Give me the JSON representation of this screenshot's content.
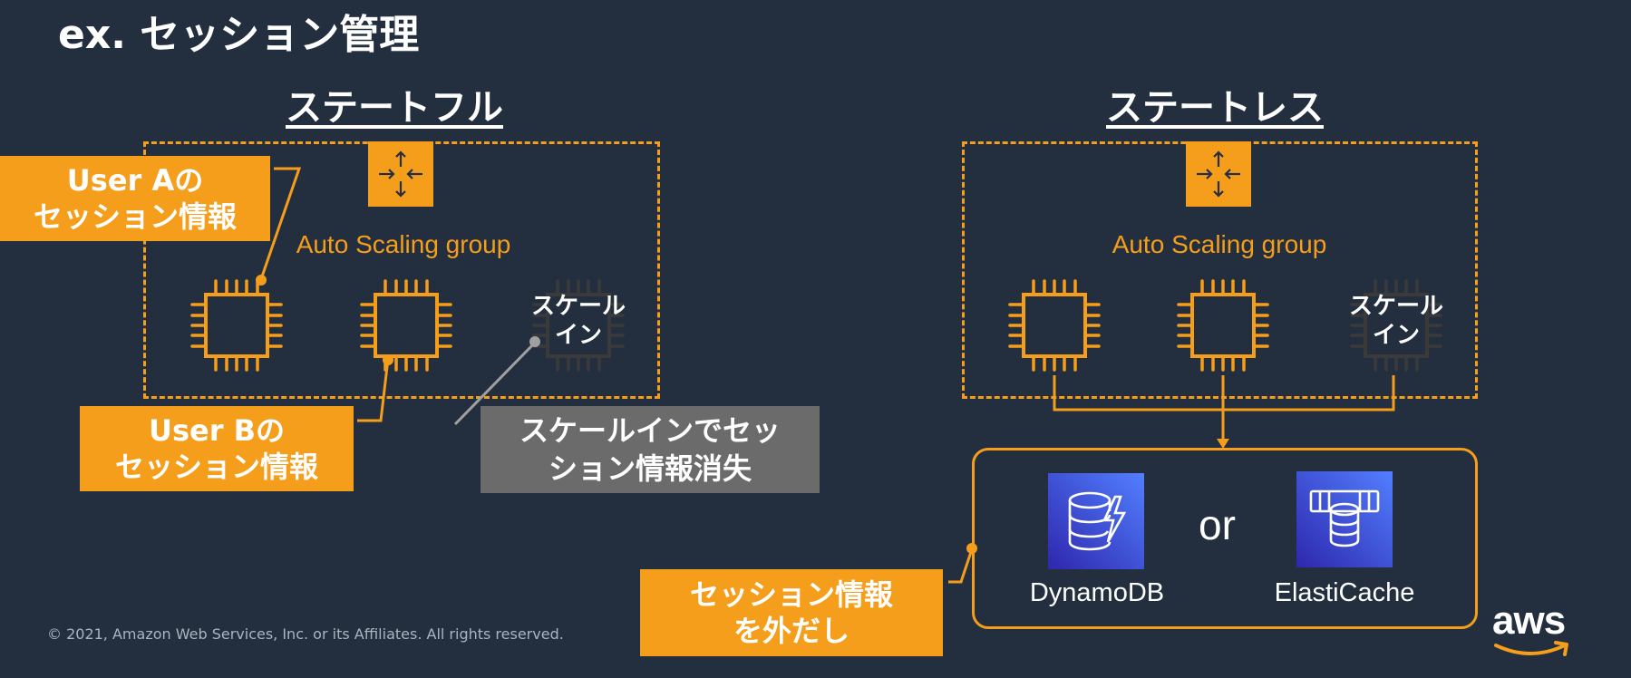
{
  "title": "ex. セッション管理",
  "stateful": {
    "heading": "ステートフル",
    "asg_label": "Auto Scaling group",
    "scale_in_label": [
      "スケール",
      "イン"
    ],
    "callout_user_a": [
      "User Aの",
      "セッション情報"
    ],
    "callout_user_b": [
      "User Bの",
      "セッション情報"
    ],
    "callout_lost": [
      "スケールインでセッ",
      "ション情報消失"
    ]
  },
  "stateless": {
    "heading": "ステートレス",
    "asg_label": "Auto Scaling group",
    "scale_in_label": [
      "スケール",
      "イン"
    ],
    "services": [
      {
        "name": "DynamoDB",
        "icon": "dynamodb-icon"
      },
      {
        "name": "ElastiCache",
        "icon": "elasticache-icon"
      }
    ],
    "or_text": "or",
    "callout_external": [
      "セッション情報",
      "を外だし"
    ]
  },
  "footer": {
    "copyright": "© 2021, Amazon Web Services, Inc. or its Affiliates. All rights reserved.",
    "logo_text": "aws"
  },
  "colors": {
    "background": "#232f3e",
    "accent": "#f59e1b",
    "gray_callout": "#6b6b6b",
    "inactive_chip": "#3a3a3a",
    "service_gradient": [
      "#2e27ad",
      "#527fff"
    ]
  }
}
